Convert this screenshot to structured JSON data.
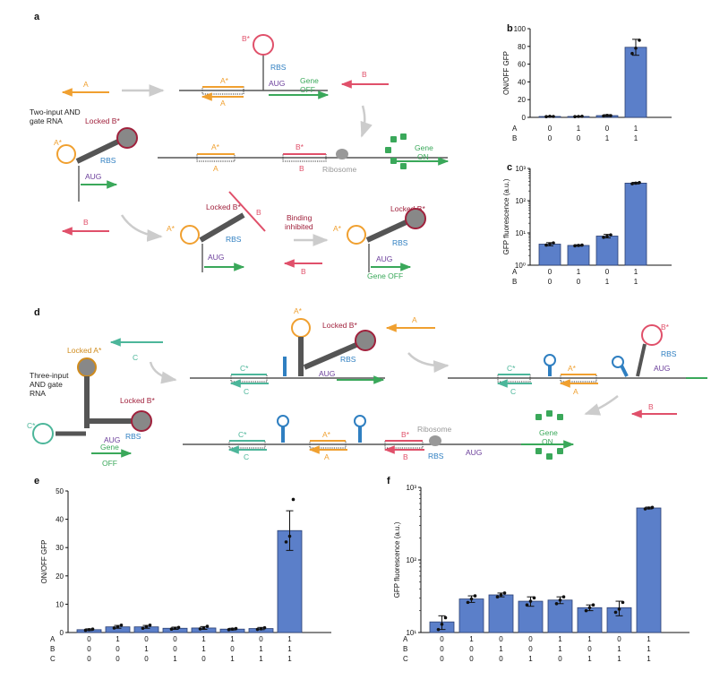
{
  "panels": {
    "a": "a",
    "b": "b",
    "c": "c",
    "d": "d",
    "e": "e",
    "f": "f"
  },
  "diagram_a": {
    "input_A_top": "A",
    "input_B_top": "B",
    "input_B_bottom": "B",
    "gate_label": "Two-input AND\ngate RNA",
    "locked_b_star": "Locked B*",
    "a_star": "A*",
    "rbs": "RBS",
    "aug": "AUG",
    "b_star": "B*",
    "gene_off": "Gene\nOFF",
    "gene_on": "Gene\nON",
    "ribosome": "Ribosome",
    "a_lower": "A",
    "b_lower": "B",
    "binding_inhibited": "Binding\ninhibited",
    "gene_off_flat": "Gene OFF"
  },
  "diagram_d": {
    "gate_label": "Three-input\nAND gate\nRNA",
    "locked_a_star": "Locked A*",
    "locked_b_star": "Locked B*",
    "c_star": "C*",
    "c": "C",
    "a": "A",
    "b": "B",
    "a_star": "A*",
    "b_star": "B*",
    "rbs": "RBS",
    "aug": "AUG",
    "gene_off": "Gene\nOFF",
    "gene_on": "Gene\nON",
    "ribosome": "Ribosome"
  },
  "colors": {
    "orange": "#f0a030",
    "red": "#e0506a",
    "green": "#3aa85a",
    "teal": "#4cb69a",
    "blue": "#2f7fc1",
    "purple": "#6a3d9a",
    "gray": "#888888",
    "bar": "#5b7fc9"
  },
  "row_labels": {
    "A": "A",
    "B": "B",
    "C": "C"
  },
  "chart_data": [
    {
      "panel": "b",
      "type": "bar",
      "ylabel": "ON/OFF GFP",
      "scale": "linear",
      "ylim": [
        0,
        100
      ],
      "yticks": [
        "0",
        "20",
        "40",
        "60",
        "80",
        "100"
      ],
      "inputs": {
        "A": [
          "0",
          "1",
          "0",
          "1"
        ],
        "B": [
          "0",
          "0",
          "1",
          "1"
        ]
      },
      "values": [
        1,
        1,
        2,
        79
      ],
      "errors": [
        0.5,
        0.5,
        1,
        9
      ],
      "points": [
        [
          0.8,
          1.2,
          1.0
        ],
        [
          0.8,
          1.0,
          1.2
        ],
        [
          1.6,
          2.2,
          2.0
        ],
        [
          72,
          78,
          87
        ]
      ]
    },
    {
      "panel": "c",
      "type": "bar",
      "ylabel": "GFP fluorescence (a.u.)",
      "scale": "log",
      "ylim": [
        1,
        1000
      ],
      "yticks": [
        "10⁰",
        "10¹",
        "10²",
        "10³"
      ],
      "inputs": {
        "A": [
          "0",
          "1",
          "0",
          "1"
        ],
        "B": [
          "0",
          "0",
          "1",
          "1"
        ]
      },
      "values": [
        4.5,
        4.1,
        8.0,
        350
      ],
      "errors": [
        0.5,
        0.2,
        1.0,
        20
      ],
      "points": [
        [
          4.2,
          4.6,
          4.9
        ],
        [
          4.0,
          4.1,
          4.2
        ],
        [
          7.3,
          8.0,
          8.7
        ],
        [
          335,
          350,
          365
        ]
      ]
    },
    {
      "panel": "e",
      "type": "bar",
      "ylabel": "ON/OFF GFP",
      "scale": "linear",
      "ylim": [
        0,
        50
      ],
      "yticks": [
        "0",
        "10",
        "20",
        "30",
        "40",
        "50"
      ],
      "inputs": {
        "A": [
          "0",
          "1",
          "0",
          "0",
          "1",
          "1",
          "0",
          "1"
        ],
        "B": [
          "0",
          "0",
          "1",
          "0",
          "1",
          "0",
          "1",
          "1"
        ],
        "C": [
          "0",
          "0",
          "0",
          "1",
          "0",
          "1",
          "1",
          "1"
        ]
      },
      "values": [
        1,
        2,
        2,
        1.5,
        1.6,
        1.2,
        1.4,
        36
      ],
      "errors": [
        0.3,
        0.5,
        0.5,
        0.4,
        0.5,
        0.3,
        0.4,
        7
      ],
      "points": [
        [
          0.8,
          1.0,
          1.2
        ],
        [
          1.6,
          2.0,
          2.6
        ],
        [
          1.5,
          2.1,
          2.6
        ],
        [
          1.2,
          1.5,
          1.8
        ],
        [
          1.3,
          1.6,
          2.2
        ],
        [
          1.0,
          1.2,
          1.4
        ],
        [
          1.1,
          1.3,
          1.7
        ],
        [
          32,
          34,
          47
        ]
      ]
    },
    {
      "panel": "f",
      "type": "bar",
      "ylabel": "GFP fluorescence (a.u.)",
      "scale": "log",
      "ylim": [
        10,
        1000
      ],
      "yticks": [
        "10¹",
        "10²",
        "10³"
      ],
      "inputs": {
        "A": [
          "0",
          "1",
          "0",
          "0",
          "1",
          "1",
          "0",
          "1"
        ],
        "B": [
          "0",
          "0",
          "1",
          "0",
          "1",
          "0",
          "1",
          "1"
        ],
        "C": [
          "0",
          "0",
          "0",
          "1",
          "0",
          "1",
          "1",
          "1"
        ]
      },
      "values": [
        14,
        29,
        33,
        27,
        28,
        22,
        22,
        520
      ],
      "errors": [
        3,
        3,
        2,
        4,
        3,
        2,
        5,
        15
      ],
      "points": [
        [
          11,
          13,
          16
        ],
        [
          26,
          29,
          32
        ],
        [
          31,
          33,
          35
        ],
        [
          24,
          27,
          30
        ],
        [
          25,
          28,
          31
        ],
        [
          20,
          22,
          24
        ],
        [
          19,
          21,
          26
        ],
        [
          505,
          520,
          530
        ]
      ]
    }
  ]
}
